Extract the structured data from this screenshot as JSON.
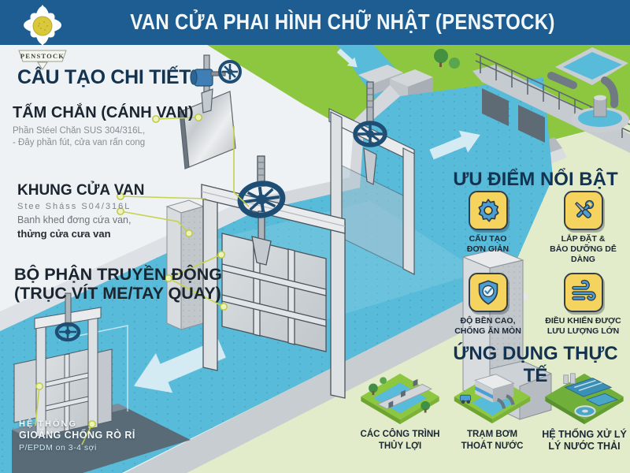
{
  "header": {
    "title": "VAN CỬA PHAI HÌNH CHỮ NHẬT (PENSTOCK)",
    "logo_text": "PENSTOCK"
  },
  "details": {
    "heading": "CẤU TẠO CHI TIẾT",
    "shield_plate": {
      "title": "TẤM CHẮN (CÁNH VAN)",
      "line1": "Phần Stéel Chăn SUS 304/316L,",
      "line2": "- Đây phần fút, cửa van rấn cong"
    },
    "gate_frame": {
      "title": "KHUNG CỬA VAN",
      "line1": "Stee Sháss S04/316L",
      "line2": "Banh khed đơng cứa van,",
      "line3": "thửng cửa cưa van"
    },
    "drive": {
      "title_line1": "BỘ PHẬN TRUYỀN ĐỘNG",
      "title_line2": "(TRỤC VÍT ME/TAY QUAY)"
    },
    "seal": {
      "line1": "HỆ THỐNG",
      "line2": "GIOĂNG CHỐNG RÒ RỈ",
      "line3": "P/EPDM on 3-4 sợi"
    }
  },
  "advantages": {
    "heading": "ƯU ĐIỂM NỔI BẬT",
    "items": [
      {
        "icon": "gear-icon",
        "line1": "CẤU TẠO",
        "line2": "ĐƠN GIẢN"
      },
      {
        "icon": "tools-icon",
        "line1": "LẮP ĐẶT &",
        "line2": "BẢO DƯỠNG DỄ DÀNG"
      },
      {
        "icon": "shield-check-icon",
        "line1": "ĐỘ BỀN CAO,",
        "line2": "CHỐNG ĂN MÒN"
      },
      {
        "icon": "wind-flow-icon",
        "line1": "ĐIỀU KHIỂN ĐƯỢC",
        "line2": "LƯU LƯỢNG LỚN"
      }
    ]
  },
  "applications": {
    "heading": "ỨNG DỤNG THỰC TẾ",
    "items": [
      {
        "icon": "irrigation-works-icon",
        "line1": "CÁC CÔNG TRÌNH",
        "line2": "THỦY LỢI"
      },
      {
        "icon": "pump-station-icon",
        "line1": "TRẠM BƠM",
        "line2": "THOÁT NƯỚC"
      },
      {
        "icon": "wastewater-treatment-icon",
        "line1": "HỆ THỐNG XỬ LÝ",
        "line2": "LÝ NƯỚC THẢI"
      }
    ]
  },
  "colors": {
    "header_bg": "#1e5d91",
    "heading_text": "#143350",
    "water": "#57bbd9",
    "grass": "#8dc63f",
    "concrete": "#c9ced2",
    "icon_card_bg": "#f4d35e",
    "icon_blue": "#4a9fd4",
    "leader_line": "#c5d24b",
    "panel_green": "#e3ecca",
    "wheel_blue": "#1f4e74"
  }
}
